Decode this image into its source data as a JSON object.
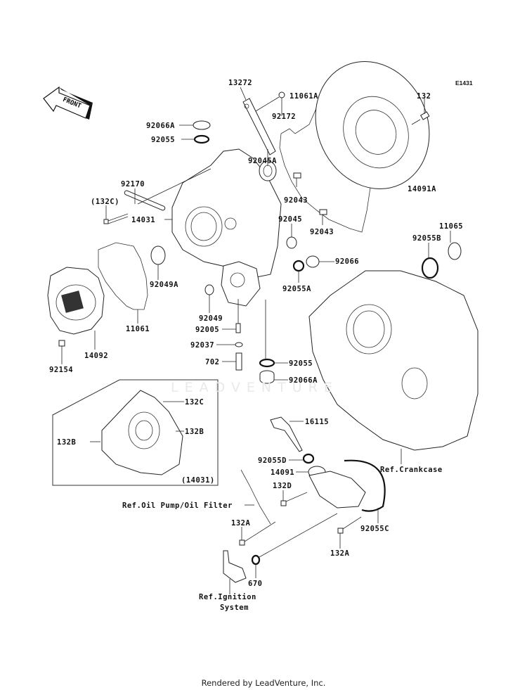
{
  "diagram": {
    "code": "E1431",
    "front_label": "FRONT",
    "watermark": "LEADVENTURE",
    "footer": "Rendered by LeadVenture, Inc.",
    "inset_ref": "(14031)",
    "callouts": [
      {
        "id": "13272",
        "text": "13272"
      },
      {
        "id": "92172",
        "text": "92172"
      },
      {
        "id": "11061A",
        "text": "11061A"
      },
      {
        "id": "132",
        "text": "132"
      },
      {
        "id": "92066A-top",
        "text": "92066A"
      },
      {
        "id": "92055-top",
        "text": "92055"
      },
      {
        "id": "92045A",
        "text": "92045A"
      },
      {
        "id": "92043-a",
        "text": "92043"
      },
      {
        "id": "14091A",
        "text": "14091A"
      },
      {
        "id": "92170",
        "text": "92170"
      },
      {
        "id": "132C-ref",
        "text": "(132C)"
      },
      {
        "id": "14031",
        "text": "14031"
      },
      {
        "id": "92045",
        "text": "92045"
      },
      {
        "id": "92043-b",
        "text": "92043"
      },
      {
        "id": "11065",
        "text": "11065"
      },
      {
        "id": "92055B",
        "text": "92055B"
      },
      {
        "id": "92066",
        "text": "92066"
      },
      {
        "id": "92049A",
        "text": "92049A"
      },
      {
        "id": "92055A",
        "text": "92055A"
      },
      {
        "id": "92049",
        "text": "92049"
      },
      {
        "id": "11061",
        "text": "11061"
      },
      {
        "id": "92005",
        "text": "92005"
      },
      {
        "id": "92037",
        "text": "92037"
      },
      {
        "id": "14092",
        "text": "14092"
      },
      {
        "id": "92154",
        "text": "92154"
      },
      {
        "id": "702",
        "text": "702"
      },
      {
        "id": "92055-mid",
        "text": "92055"
      },
      {
        "id": "92066A-mid",
        "text": "92066A"
      },
      {
        "id": "132C",
        "text": "132C"
      },
      {
        "id": "132B-right",
        "text": "132B"
      },
      {
        "id": "132B-left",
        "text": "132B"
      },
      {
        "id": "16115",
        "text": "16115"
      },
      {
        "id": "92055D",
        "text": "92055D"
      },
      {
        "id": "14091",
        "text": "14091"
      },
      {
        "id": "ref-crankcase",
        "text": "Ref.Crankcase"
      },
      {
        "id": "132D",
        "text": "132D"
      },
      {
        "id": "ref-oil-pump",
        "text": "Ref.Oil Pump/Oil Filter"
      },
      {
        "id": "92055C",
        "text": "92055C"
      },
      {
        "id": "132A-left",
        "text": "132A"
      },
      {
        "id": "132A-right",
        "text": "132A"
      },
      {
        "id": "670",
        "text": "670"
      },
      {
        "id": "ref-ignition-1",
        "text": "Ref.Ignition"
      },
      {
        "id": "ref-ignition-2",
        "text": "System"
      }
    ]
  }
}
